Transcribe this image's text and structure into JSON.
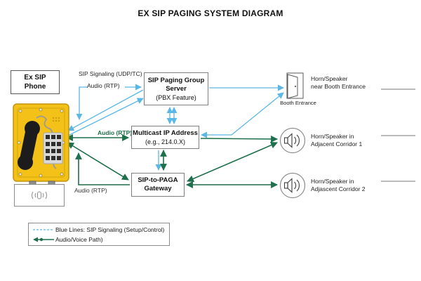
{
  "title": "EX SIP PAGING SYSTEM DIAGRAM",
  "colors": {
    "signaling_blue": "#5bb7e5",
    "audio_green": "#1e6f4b",
    "phone_yellow": "#f3c117"
  },
  "nodes": {
    "phone": {
      "line1": "Ex SIP",
      "line2": "Phone"
    },
    "server": {
      "line1": "SIP Paging Group",
      "line2": "Server",
      "line3": "(PBX Feature)"
    },
    "multicast": {
      "line1": "Multicast IP Address",
      "line2": "(e.g., 214.0.X)"
    },
    "gateway": {
      "line1": "SIP-to-PAGA",
      "line2": "Gateway"
    }
  },
  "labels": {
    "sip_signaling": "SIP Signaling (UDP/TC)",
    "audio_rtp_top": "Audio (RTP)",
    "audio_rtp_mid": "Audio (RTP)",
    "audio_rtp_bottom": "Audio (RTP)"
  },
  "endpoints": {
    "booth": {
      "caption": "Booth Entrance",
      "line1": "Horn/Speaker",
      "line2": "near Booth Entrance"
    },
    "corridor1": {
      "line1": "Horn/Speaker in",
      "line2": "Adjacent Corridor 1"
    },
    "corridor2": {
      "line1": "Horn/Speaker in",
      "line2": "Adjascent Corridor 2"
    }
  },
  "legend": {
    "blue_label": "Blue Lines: SIP Signaling (Setup/Control)",
    "green_label": "Audio/Voice Path)"
  }
}
